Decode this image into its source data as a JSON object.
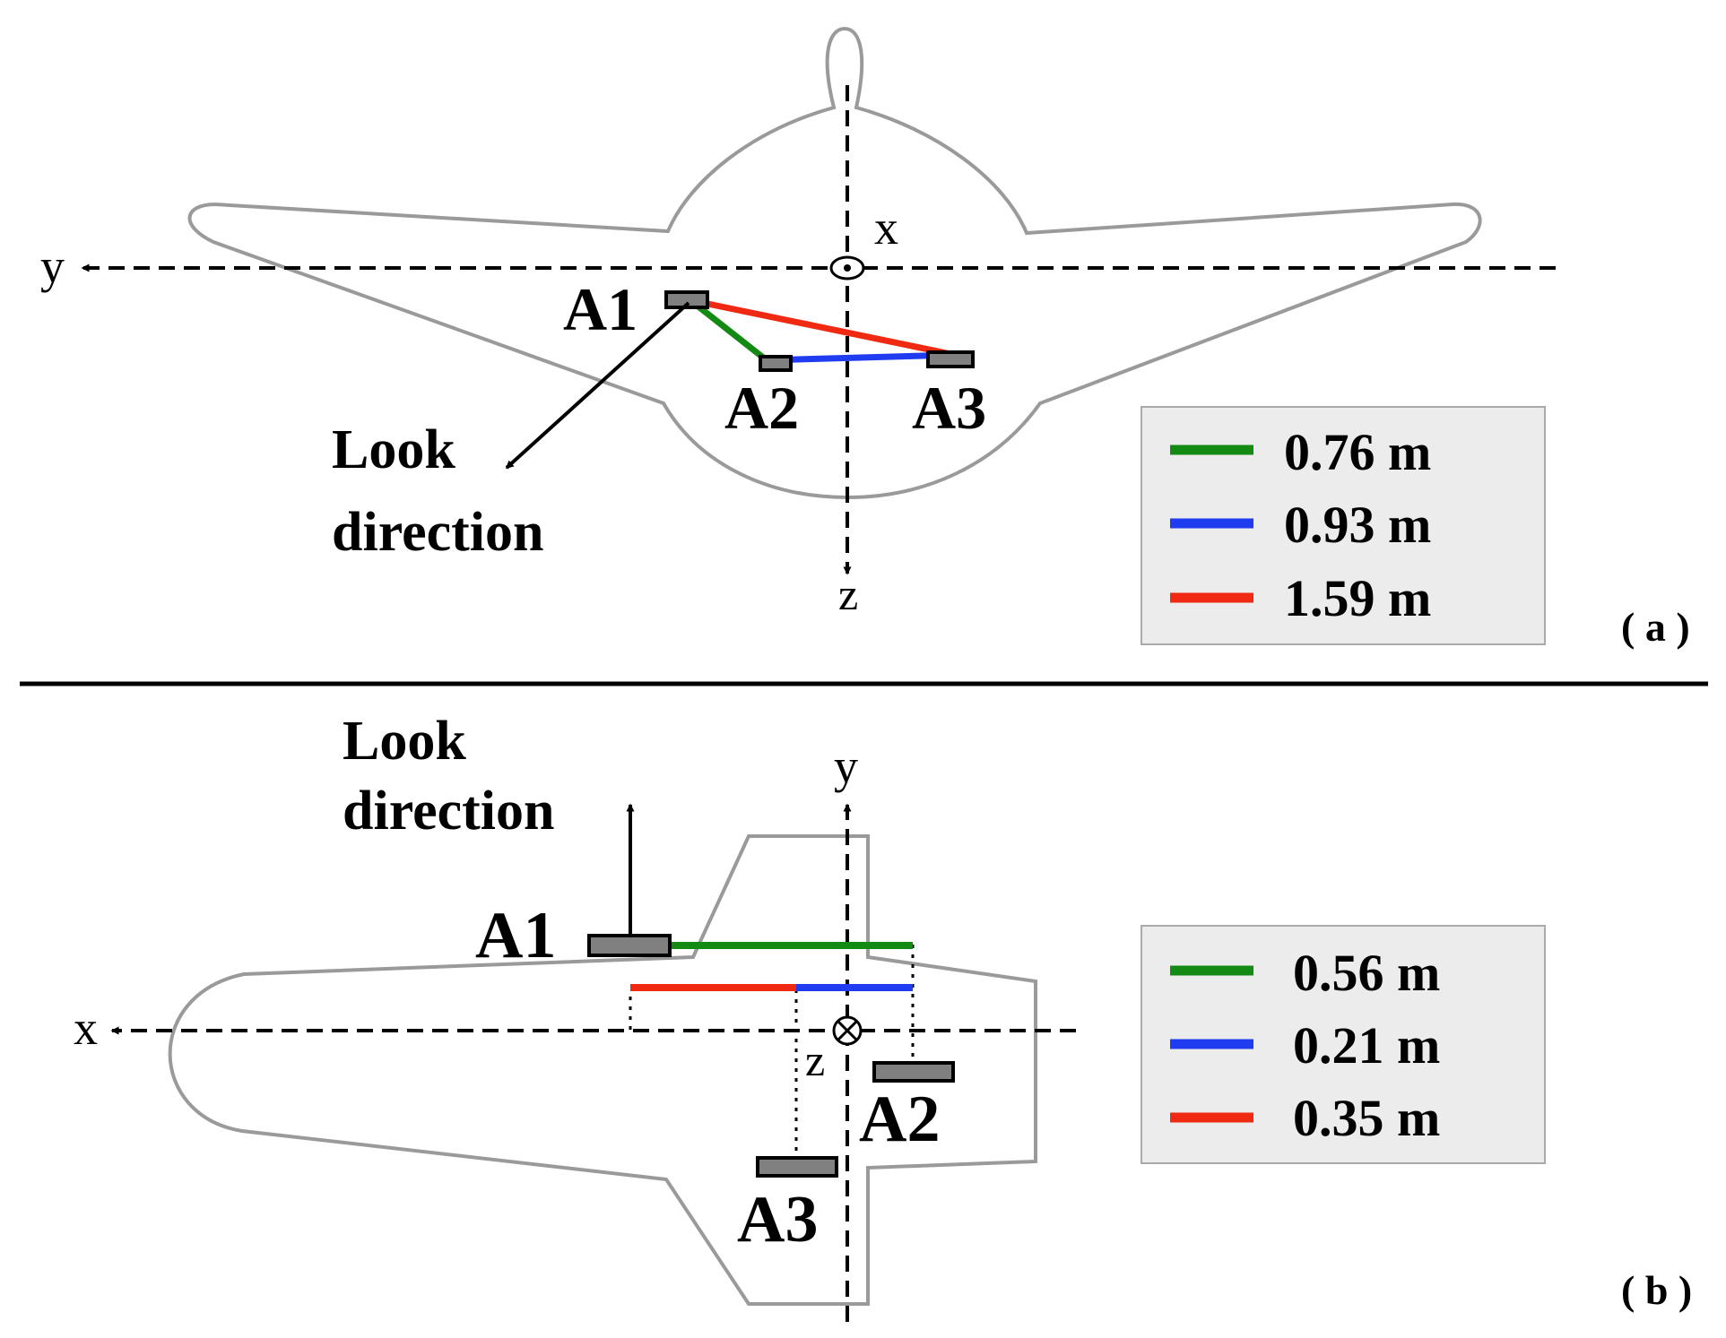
{
  "colors": {
    "green": "#138a13",
    "blue": "#1f3cf0",
    "red": "#f02a12",
    "outline": "#9a9a9a",
    "legend_bg": "#ececec",
    "antenna": "#808080"
  },
  "panel_a": {
    "axis_y": "y",
    "axis_x": "x",
    "axis_z": "z",
    "antennas": [
      "A1",
      "A2",
      "A3"
    ],
    "look_line1": "Look",
    "look_line2": "direction",
    "panel_label": "( a )",
    "legend": [
      {
        "color": "green",
        "label": "0.76 m"
      },
      {
        "color": "blue",
        "label": "0.93 m"
      },
      {
        "color": "red",
        "label": "1.59 m"
      }
    ]
  },
  "panel_b": {
    "axis_y": "y",
    "axis_x": "x",
    "axis_z": "z",
    "antennas": [
      "A1",
      "A2",
      "A3"
    ],
    "look_line1": "Look",
    "look_line2": "direction",
    "panel_label": "( b )",
    "legend": [
      {
        "color": "green",
        "label": "0.56 m"
      },
      {
        "color": "blue",
        "label": "0.21 m"
      },
      {
        "color": "red",
        "label": "0.35 m"
      }
    ]
  }
}
